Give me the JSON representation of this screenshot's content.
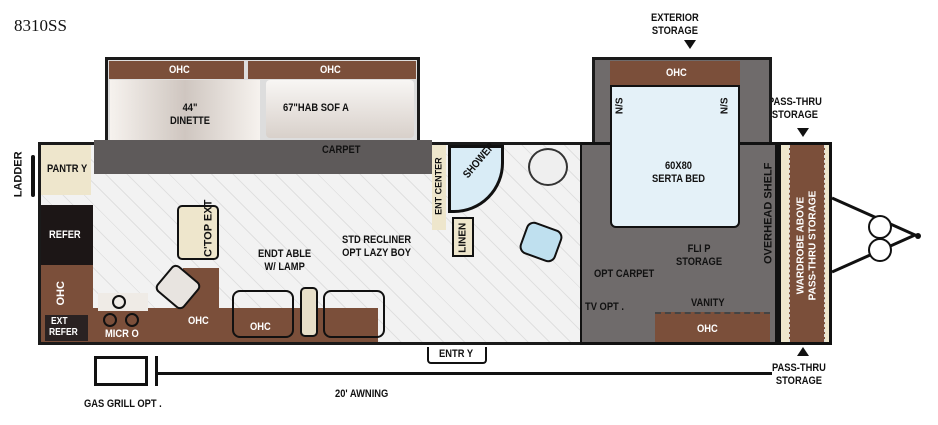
{
  "title": "8310SS",
  "labels": {
    "exterior_storage": [
      "EXTERIOR",
      "STORAGE"
    ],
    "pass_thru_top": [
      "PASS-THRU",
      "STORAGE"
    ],
    "pass_thru_bottom": [
      "PASS-THRU",
      "STORAGE"
    ],
    "ladder": "LADDER",
    "pantry": "PANTR Y",
    "refer": "REFER",
    "ohc": "OHC",
    "ext_refer": [
      "EXT",
      "REFER"
    ],
    "micro": "MICR O",
    "ctop_ext": [
      "C'TOP",
      "EXT"
    ],
    "dinette": [
      "44\"",
      "DINETTE"
    ],
    "hab_sofa": "67\"HAB SOF A",
    "carpet": "CARPET",
    "endtable": [
      "ENDT ABLE",
      "W/ LAMP"
    ],
    "recliner": [
      "STD RECLINER",
      "OPT LAZY BOY"
    ],
    "ent_center": "ENT CENTER",
    "shower": "SHOWER",
    "linen": "LINEN",
    "ns": "N/S",
    "bed": [
      "60X80",
      "SERTA BED"
    ],
    "flip_storage": [
      "FLI P",
      "STORAGE"
    ],
    "opt_carpet": "OPT CARPET",
    "tv_opt": "TV OPT .",
    "vanity": "VANITY",
    "overhead_shelf": "OVERHEAD SHELF",
    "wardrobe": [
      "WARDROBE ABOVE",
      "PASS-THRU STORAGE"
    ],
    "entry": "ENTR Y",
    "awning": "20' AWNING",
    "gas_grill": "GAS GRILL OPT ."
  },
  "colors": {
    "cabinet": "#7b4f3a",
    "floor": "#f2f2f2",
    "carpet": "#5e5a5a",
    "bedroom": "#6f6b6b",
    "bed": "#e4f1f8",
    "tan": "#eee6cc"
  }
}
